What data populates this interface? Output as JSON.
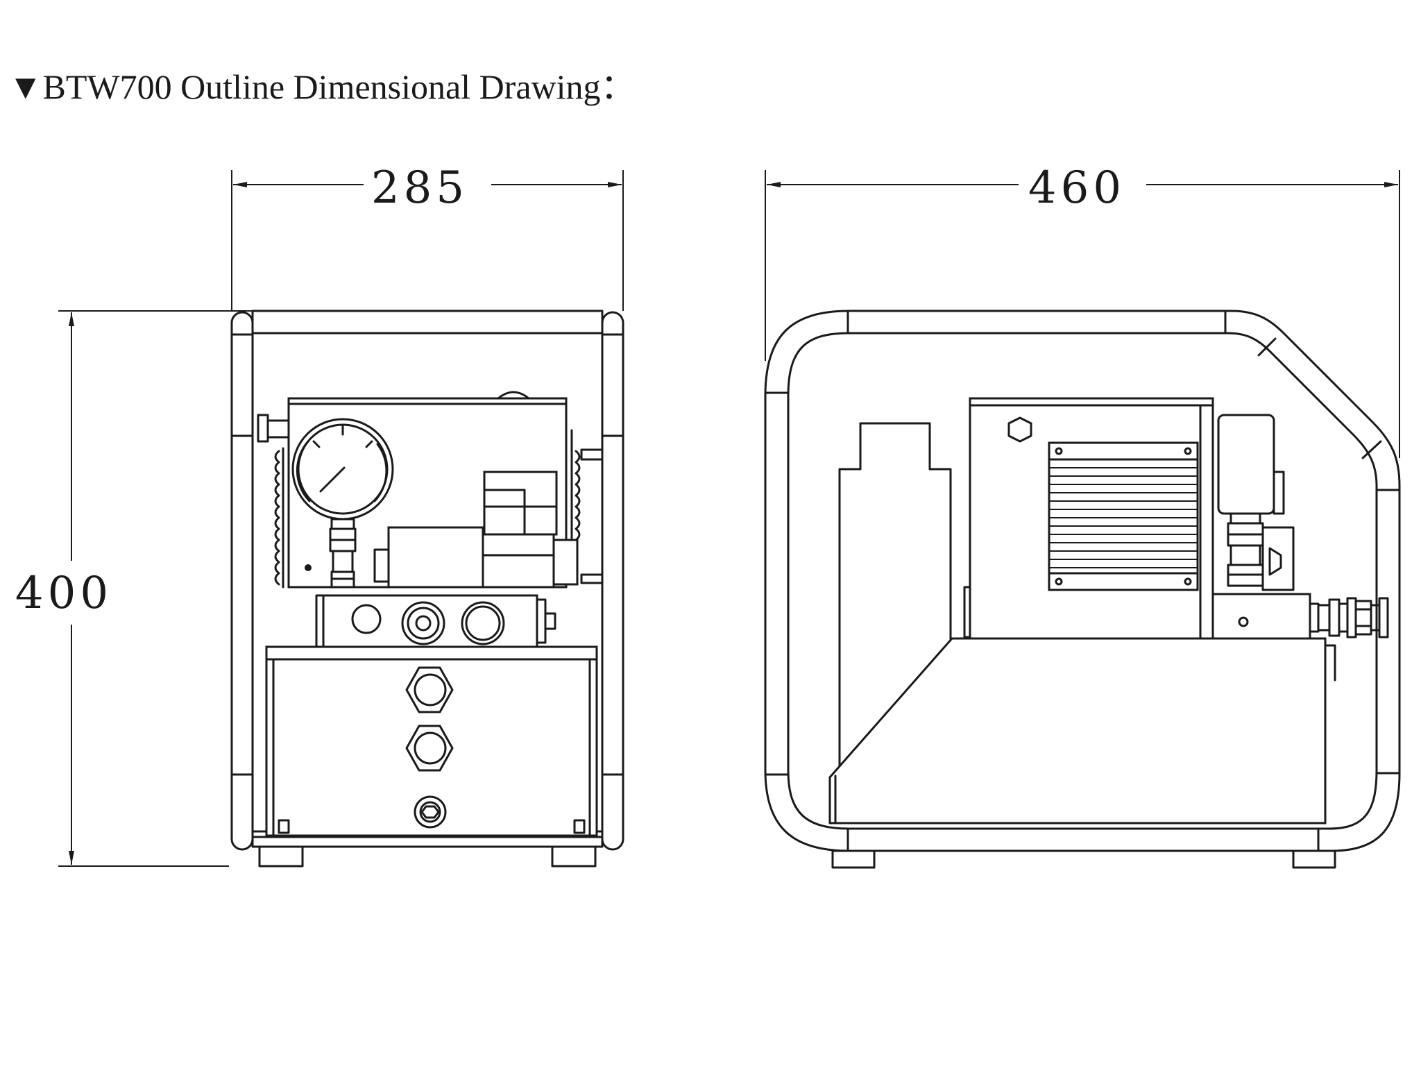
{
  "title": "▼BTW700 Outline Dimensional Drawing：",
  "dimensions": {
    "front_width": "285",
    "side_width": "460",
    "height": "400"
  }
}
